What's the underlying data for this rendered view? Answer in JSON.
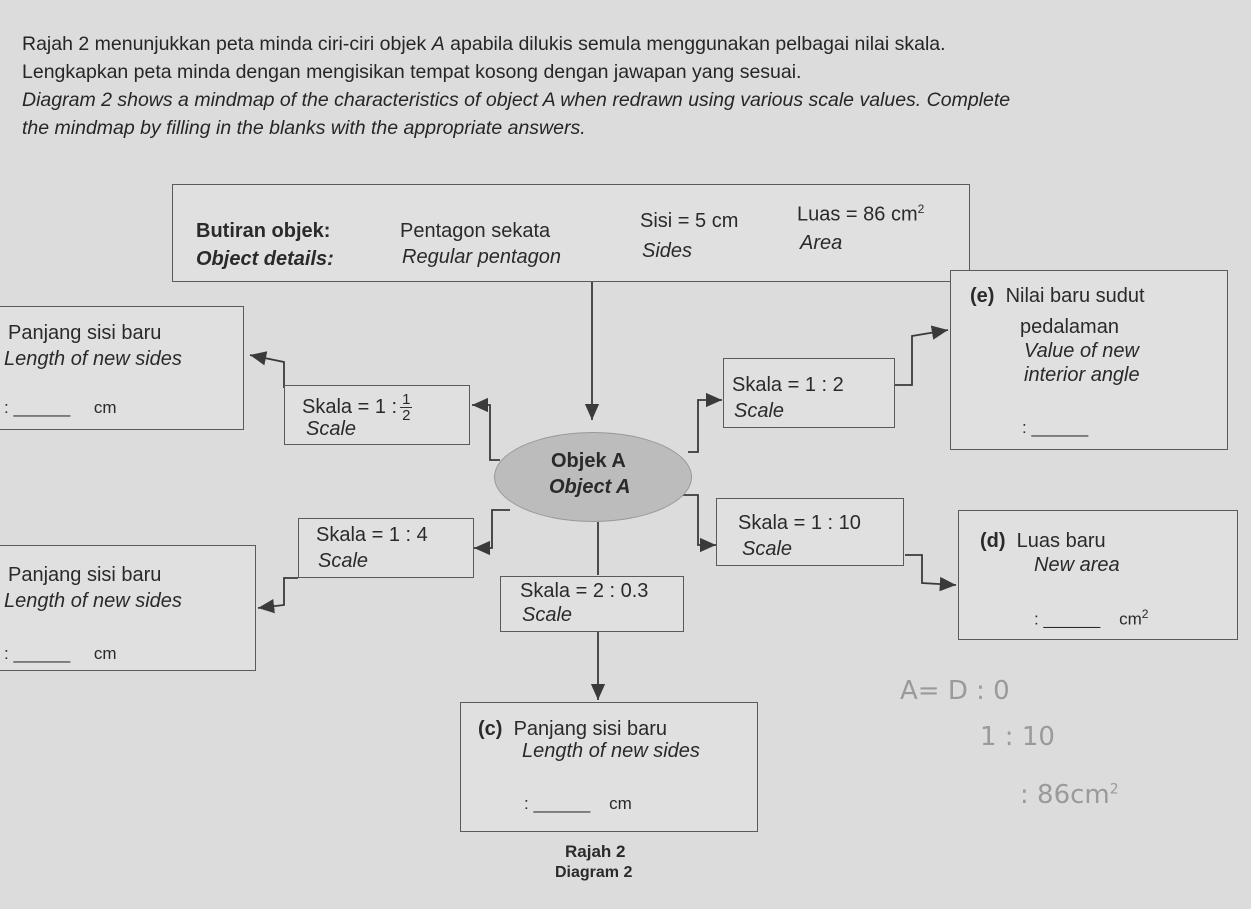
{
  "question": {
    "line1_ms": "Rajah 2 menunjukkan peta minda ciri-ciri objek",
    "line1_A": "A",
    "line1_ms_b": "apabila dilukis semula menggunakan pelbagai nilai skala.",
    "line2_ms": "Lengkapkan peta minda dengan mengisikan tempat kosong dengan jawapan yang sesuai.",
    "line3_en": "Diagram 2 shows a mindmap of the characteristics of object A when redrawn using various scale values. Complete",
    "line4_en": "the mindmap by filling in the blanks with the appropriate answers."
  },
  "details": {
    "label_ms": "Butiran objek:",
    "label_en": "Object details:",
    "shape_ms": "Pentagon sekata",
    "shape_en": "Regular pentagon",
    "sides_ms": "Sisi = 5 cm",
    "sides_en": "Sides",
    "area_ms": "Luas = 86 cm",
    "area_sup": "2",
    "area_en": "Area"
  },
  "center": {
    "ms": "Objek A",
    "en": "Object A"
  },
  "scales": {
    "half": {
      "ms": "Skala = 1 :",
      "num": "1",
      "den": "2",
      "en": "Scale"
    },
    "two": {
      "ms": "Skala = 1 : 2",
      "en": "Scale"
    },
    "four": {
      "ms": "Skala = 1 : 4",
      "en": "Scale"
    },
    "ten": {
      "ms": "Skala = 1 : 10",
      "en": "Scale"
    },
    "twopoint": {
      "ms": "Skala = 2 : 0.3",
      "en": "Scale"
    }
  },
  "answers": {
    "top_left": {
      "ms": "Panjang sisi baru",
      "en": "Length of new sides",
      "blank": ": ______",
      "unit": "cm"
    },
    "bottom_left": {
      "ms": "Panjang sisi baru",
      "en": "Length of new sides",
      "blank": ": ______",
      "unit": "cm"
    },
    "e": {
      "tag": "(e)",
      "ms1": "Nilai baru sudut",
      "ms2": "pedalaman",
      "en1": "Value of new",
      "en2": "interior angle",
      "blank": ": ______"
    },
    "d": {
      "tag": "(d)",
      "ms": "Luas baru",
      "en": "New area",
      "blank": ": ______",
      "unit": "cm",
      "unit_sup": "2"
    },
    "c": {
      "tag": "(c)",
      "ms": "Panjang sisi baru",
      "en": "Length of new sides",
      "blank": ": ______",
      "unit": "cm"
    }
  },
  "caption": {
    "ms": "Rajah 2",
    "en": "Diagram 2"
  },
  "handwriting": {
    "line1": "A= D : 0",
    "line2": "1 : 10",
    "line3": ": 86cm",
    "line3_sup": "2"
  }
}
